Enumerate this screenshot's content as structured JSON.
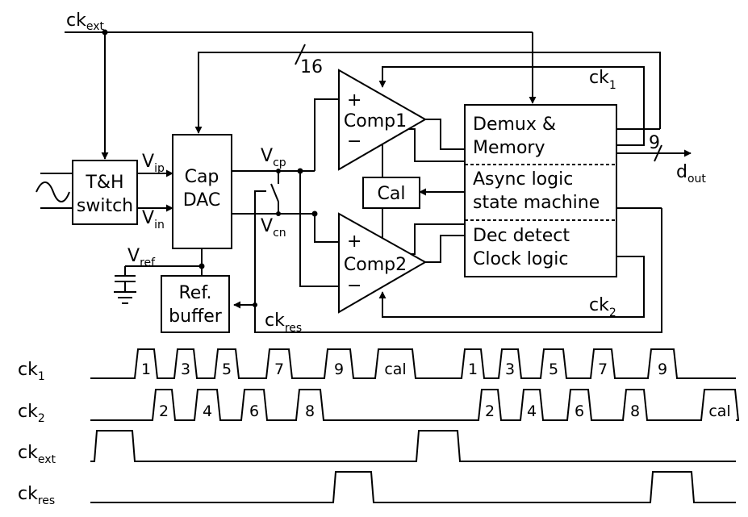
{
  "labels": {
    "ck_ext": [
      "ck",
      "ext"
    ],
    "bus_width_top": "16",
    "ck1": [
      "ck",
      "1"
    ],
    "ck2": [
      "ck",
      "2"
    ],
    "th_line1": "T&H",
    "th_line2": "switch",
    "vip": [
      "V",
      "ip"
    ],
    "vin": [
      "V",
      "in"
    ],
    "cap_line1": "Cap",
    "cap_line2": "DAC",
    "vcp": [
      "V",
      "cp"
    ],
    "vcn": [
      "V",
      "cn"
    ],
    "vref": [
      "V",
      "ref"
    ],
    "ref_line1": "Ref.",
    "ref_line2": "buffer",
    "ck_res": [
      "ck",
      "res"
    ],
    "comp1": "Comp1",
    "comp2": "Comp2",
    "plus": "+",
    "minus": "−",
    "cal": "Cal",
    "demux_line1": "Demux &",
    "demux_line2": "Memory",
    "async_line1": "Async logic",
    "async_line2": "state machine",
    "dec_line1": "Dec detect",
    "dec_line2": "Clock logic",
    "bus_width_out": "9",
    "dout": [
      "d",
      "out"
    ]
  },
  "timing": {
    "rows": [
      {
        "name": [
          "ck",
          "1"
        ],
        "pulses": [
          "1",
          "3",
          "5",
          "7",
          "9",
          "cal",
          "1",
          "3",
          "5",
          "7",
          "9"
        ]
      },
      {
        "name": [
          "ck",
          "2"
        ],
        "pulses": [
          "2",
          "4",
          "6",
          "8",
          "2",
          "4",
          "6",
          "8",
          "cal"
        ]
      },
      {
        "name": [
          "ck",
          "ext"
        ],
        "pulses": [
          "",
          ""
        ]
      },
      {
        "name": [
          "ck",
          "res"
        ],
        "pulses": [
          "",
          ""
        ]
      }
    ]
  },
  "icons": [
    "sine-source-icon",
    "ground-icon",
    "capacitor-icon",
    "switch-icon"
  ]
}
